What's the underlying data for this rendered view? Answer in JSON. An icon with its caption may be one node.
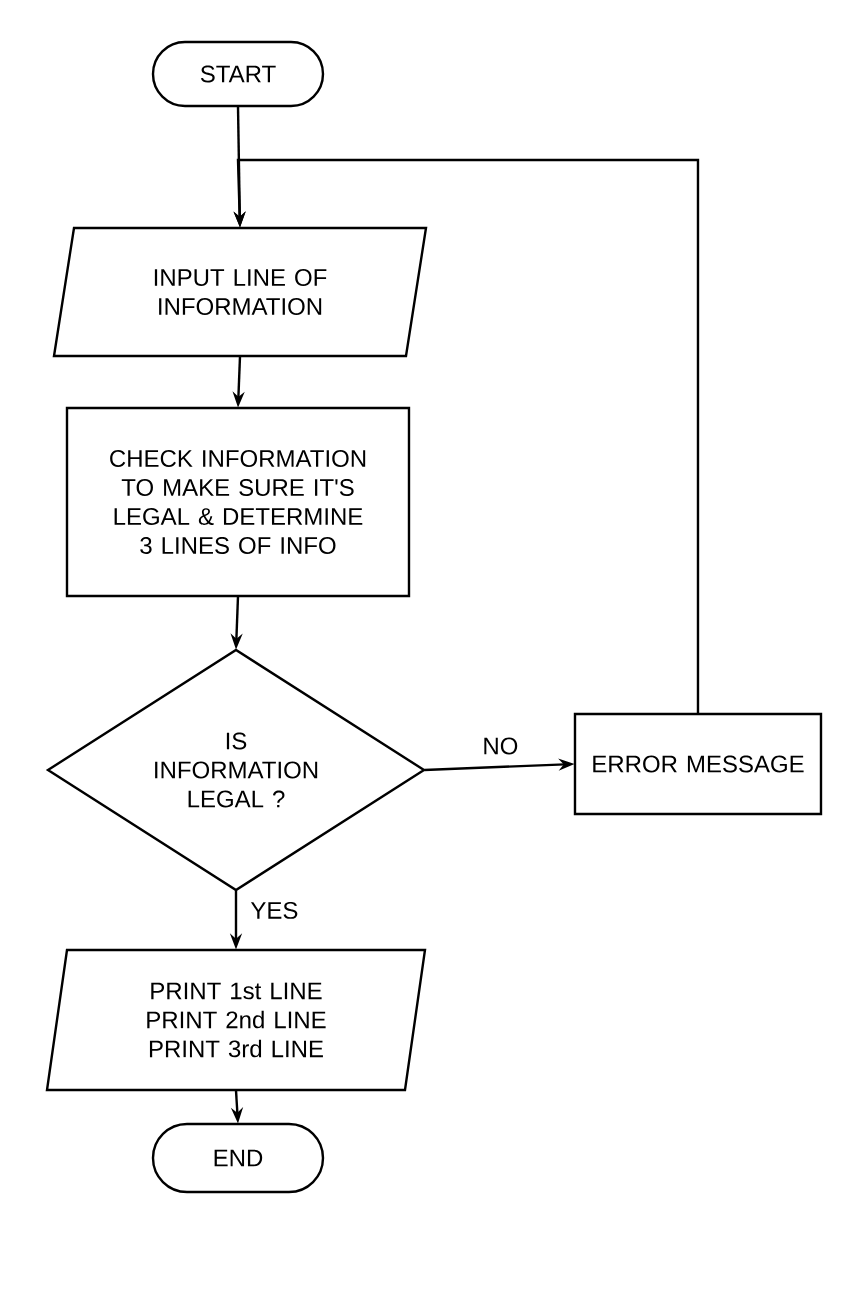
{
  "diagram": {
    "nodes": [
      {
        "text": [
          "START"
        ]
      },
      {
        "text": [
          "INPUT LINE OF INFORMATION"
        ]
      },
      {
        "text": [
          "CHECK INFORMATION TO MAKE SURE IT'S LEGAL & DETERMINE 3 LINES OF INFO"
        ]
      },
      {
        "text": [
          "IS INFORMATION LEGAL ?"
        ]
      },
      {
        "text": [
          "ERROR MESSAGE"
        ]
      },
      {
        "text": [
          "PRINT 1st LINE",
          "PRINT 2nd LINE",
          "PRINT 3rd LINE"
        ]
      },
      {
        "text": [
          "END"
        ]
      }
    ],
    "edges": [
      {
        "from": 0,
        "to": 1,
        "arrow": "to"
      },
      {
        "from": 1,
        "to": 2,
        "arrow": "to"
      },
      {
        "from": 2,
        "to": 3,
        "arrow": "to"
      },
      {
        "from": 3,
        "to": 4,
        "arrow": "to",
        "label": "NO"
      },
      {
        "from": 3,
        "to": 5,
        "arrow": "to",
        "label": "YES"
      },
      {
        "from": 5,
        "to": 6,
        "arrow": "to"
      },
      {
        "from": 4,
        "to": 1,
        "arrow": "to"
      }
    ]
  }
}
